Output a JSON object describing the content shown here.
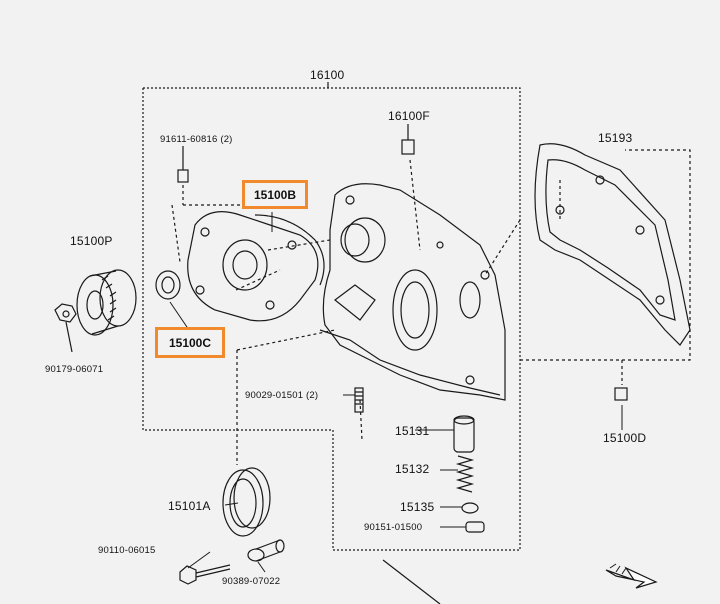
{
  "diagram": {
    "parts": {
      "assembly": "16100",
      "bolt_small": "91611-60816 (2)",
      "plug_top": "16100F",
      "gasket_right": "15193",
      "pulley": "15100P",
      "pulley_bolt": "90179-06071",
      "part_b": "15100B",
      "part_c": "15100C",
      "stud": "90029-01501 (2)",
      "valve": "15131",
      "spring": "15132",
      "retainer": "15135",
      "plug_small": "90151-01500",
      "seal": "15101A",
      "bolt_long": "90110-06015",
      "pin": "90389-07022",
      "plug_right": "15100D"
    },
    "highlight_color": "#f08a2c",
    "direction_icon": "front-arrow-icon"
  }
}
